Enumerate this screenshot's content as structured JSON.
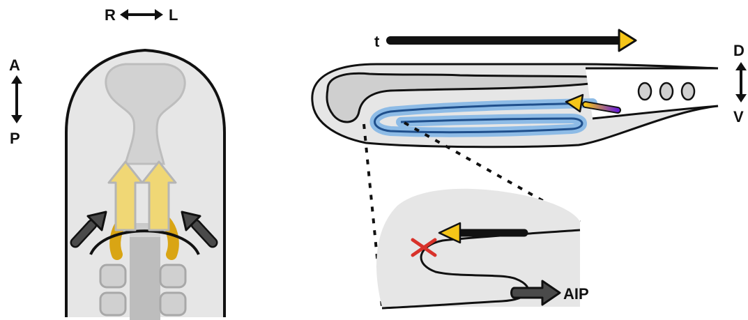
{
  "axes": {
    "right": "R",
    "left": "L",
    "anterior": "A",
    "posterior": "P",
    "dorsal": "D",
    "ventral": "V"
  },
  "time": {
    "label": "t",
    "gradient_start": "#6a1fd6",
    "gradient_end": "#f5c518"
  },
  "zoom": {
    "aip_label": "AIP"
  },
  "colors": {
    "tissue_fill": "#e6e6e6",
    "outline": "#111111",
    "gut_highlight": "#8dbbe6",
    "gut_line": "#1f4f8c",
    "yellow_arrow": "#f0d775",
    "yellow_arrow_edge": "#b5b5b5",
    "curved_band": "#d9a514",
    "dark_arrow": "#4a4a4a",
    "blocked_mark": "#d8322a"
  },
  "icons": {
    "blocked": "x-mark-icon",
    "double_arrow": "double-arrow-icon"
  }
}
